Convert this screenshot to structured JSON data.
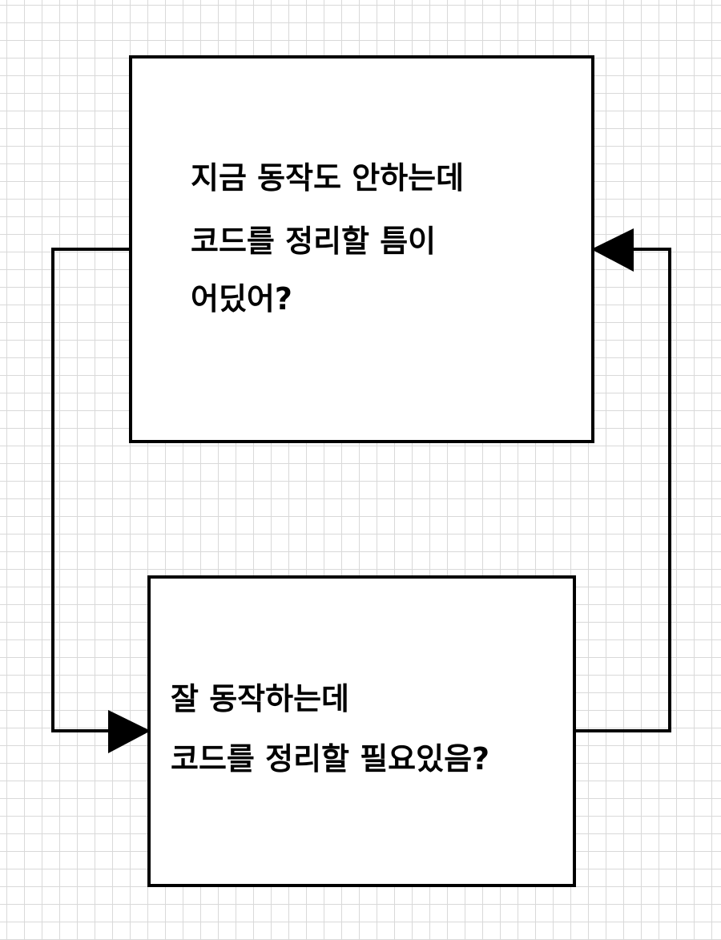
{
  "diagram": {
    "top_box": {
      "lines": [
        "지금 동작도 안하는데",
        "코드를 정리할 틈이",
        "어딨어?"
      ]
    },
    "bottom_box": {
      "lines": [
        "잘 동작하는데",
        "코드를 정리할 필요있음?"
      ]
    },
    "colors": {
      "stroke": "#000000",
      "box_fill": "#ffffff",
      "grid_line": "#d9d9d9",
      "background": "#ffffff"
    }
  }
}
